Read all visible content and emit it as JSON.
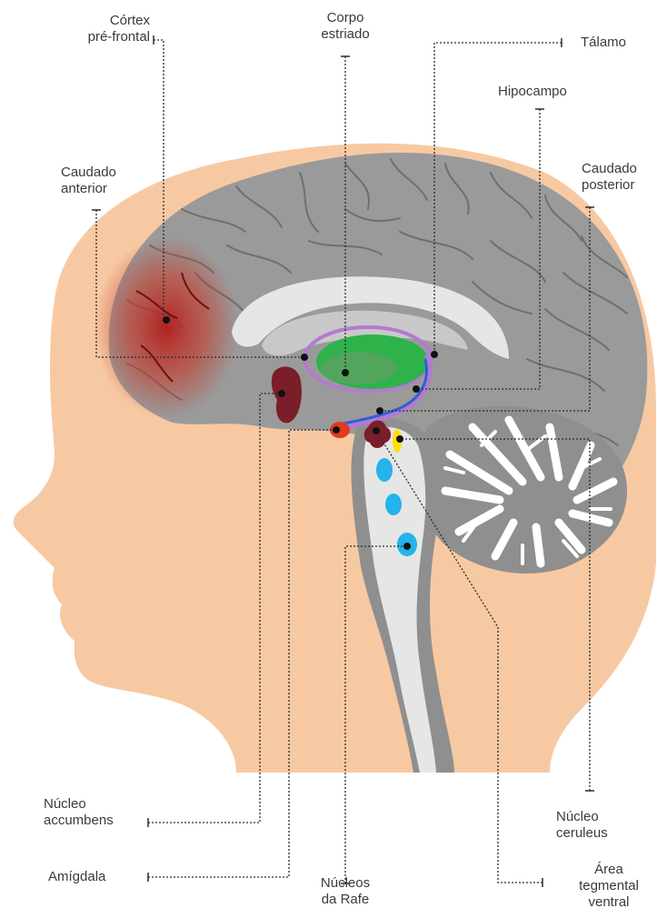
{
  "labels": {
    "cortex": [
      "Córtex",
      "pré-frontal"
    ],
    "corpo": [
      "Corpo",
      "estriado"
    ],
    "talamo": [
      "Tálamo"
    ],
    "hipocampo": [
      "Hipocampo"
    ],
    "caudado_anterior": [
      "Caudado",
      "anterior"
    ],
    "caudado_posterior": [
      "Caudado",
      "posterior"
    ],
    "accumbens": [
      "Núcleo",
      "accumbens"
    ],
    "amigdala": [
      "Amígdala"
    ],
    "rafe": [
      "Núcleos",
      "da Rafe"
    ],
    "ceruleus": [
      "Núcleo",
      "ceruleus"
    ],
    "tegmental": [
      "Área",
      "tegmental",
      "ventral"
    ]
  },
  "colors": {
    "skin": "#f7c9a3",
    "cortex_gray": "#9a9a9a",
    "sulci": "#6f6f6f",
    "white_matter": "#e6e6e6",
    "striatum_green": "#2db34a",
    "caudate_purple": "#b27ad2",
    "blue_stripe": "#2d5fd6",
    "amygdala_red": "#e23b1e",
    "accumbens_maroon": "#7a1e2a",
    "raphe_blue": "#24b3ea",
    "ceruleus_yellow": "#ffe000",
    "prefrontal_glow": "#b31c1c"
  }
}
